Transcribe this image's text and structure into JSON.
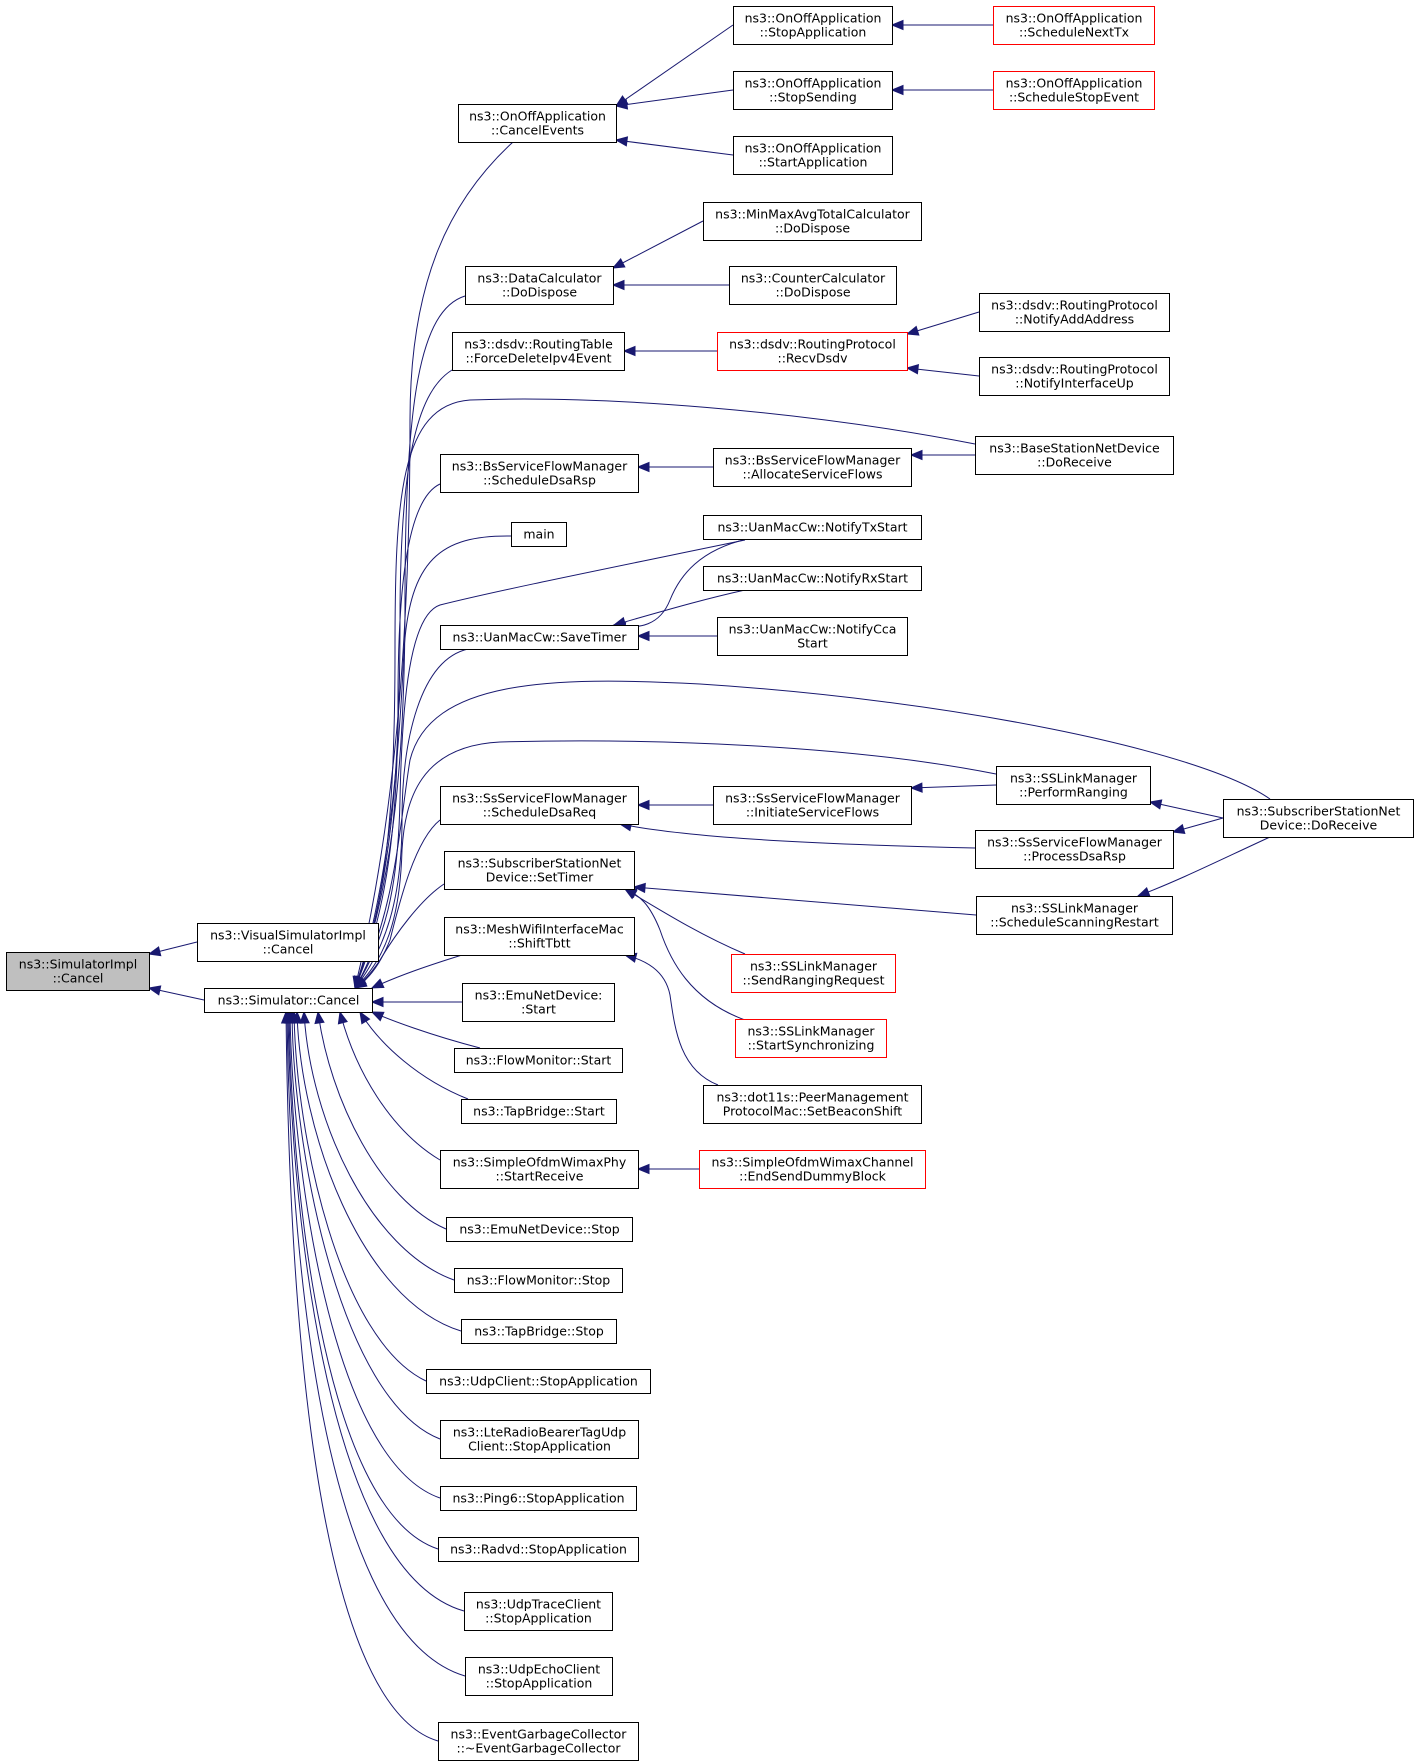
{
  "graph": {
    "title": "",
    "edge_color": "#191970",
    "highlight_border": "#ff0000",
    "root_fill": "#bfbfbf",
    "nodes": {
      "root": {
        "lines": [
          "ns3::SimulatorImpl",
          "::Cancel"
        ]
      },
      "visualCancel": {
        "lines": [
          "ns3::VisualSimulatorImpl",
          "::Cancel"
        ]
      },
      "simCancel": {
        "lines": [
          "ns3::Simulator::Cancel"
        ]
      },
      "onoffCancelEvents": {
        "lines": [
          "ns3::OnOffApplication",
          "::CancelEvents"
        ]
      },
      "onoffStopApplication": {
        "lines": [
          "ns3::OnOffApplication",
          "::StopApplication"
        ]
      },
      "onoffStopSending": {
        "lines": [
          "ns3::OnOffApplication",
          "::StopSending"
        ]
      },
      "onoffStartApplication": {
        "lines": [
          "ns3::OnOffApplication",
          "::StartApplication"
        ]
      },
      "onoffScheduleNextTx": {
        "lines": [
          "ns3::OnOffApplication",
          "::ScheduleNextTx"
        ]
      },
      "onoffScheduleStopEvent": {
        "lines": [
          "ns3::OnOffApplication",
          "::ScheduleStopEvent"
        ]
      },
      "dataCalcDoDispose": {
        "lines": [
          "ns3::DataCalculator",
          "::DoDispose"
        ]
      },
      "minMaxDoDispose": {
        "lines": [
          "ns3::MinMaxAvgTotalCalculator",
          "::DoDispose"
        ]
      },
      "counterDoDispose": {
        "lines": [
          "ns3::CounterCalculator",
          "::DoDispose"
        ]
      },
      "dsdvForceDelete": {
        "lines": [
          "ns3::dsdv::RoutingTable",
          "::ForceDeleteIpv4Event"
        ]
      },
      "dsdvRecvDsdv": {
        "lines": [
          "ns3::dsdv::RoutingProtocol",
          "::RecvDsdv"
        ]
      },
      "dsdvNotifyAddAddress": {
        "lines": [
          "ns3::dsdv::RoutingProtocol",
          "::NotifyAddAddress"
        ]
      },
      "dsdvNotifyInterfaceUp": {
        "lines": [
          "ns3::dsdv::RoutingProtocol",
          "::NotifyInterfaceUp"
        ]
      },
      "baseStationDoReceive": {
        "lines": [
          "ns3::BaseStationNetDevice",
          "::DoReceive"
        ]
      },
      "bsScheduleDsaRsp": {
        "lines": [
          "ns3::BsServiceFlowManager",
          "::ScheduleDsaRsp"
        ]
      },
      "bsAllocateServiceFlows": {
        "lines": [
          "ns3::BsServiceFlowManager",
          "::AllocateServiceFlows"
        ]
      },
      "main": {
        "lines": [
          "main"
        ]
      },
      "uanNotifyTxStart": {
        "lines": [
          "ns3::UanMacCw::NotifyTxStart"
        ]
      },
      "uanNotifyRxStart": {
        "lines": [
          "ns3::UanMacCw::NotifyRxStart"
        ]
      },
      "uanSaveTimer": {
        "lines": [
          "ns3::UanMacCw::SaveTimer"
        ]
      },
      "uanNotifyCcaStart": {
        "lines": [
          "ns3::UanMacCw::NotifyCca",
          "Start"
        ]
      },
      "ssPerformRanging": {
        "lines": [
          "ns3::SSLinkManager",
          "::PerformRanging"
        ]
      },
      "ssScheduleDsaReq": {
        "lines": [
          "ns3::SsServiceFlowManager",
          "::ScheduleDsaReq"
        ]
      },
      "ssInitiateServiceFlows": {
        "lines": [
          "ns3::SsServiceFlowManager",
          "::InitiateServiceFlows"
        ]
      },
      "subscriberDoReceive": {
        "lines": [
          "ns3::SubscriberStationNet",
          "Device::DoReceive"
        ]
      },
      "ssProcessDsaRsp": {
        "lines": [
          "ns3::SsServiceFlowManager",
          "::ProcessDsaRsp"
        ]
      },
      "subscriberSetTimer": {
        "lines": [
          "ns3::SubscriberStationNet",
          "Device::SetTimer"
        ]
      },
      "ssScheduleScanningRestart": {
        "lines": [
          "ns3::SSLinkManager",
          "::ScheduleScanningRestart"
        ]
      },
      "meshShiftTbtt": {
        "lines": [
          "ns3::MeshWifiInterfaceMac",
          "::ShiftTbtt"
        ]
      },
      "ssSendRangingRequest": {
        "lines": [
          "ns3::SSLinkManager",
          "::SendRangingRequest"
        ]
      },
      "ssStartSynchronizing": {
        "lines": [
          "ns3::SSLinkManager",
          "::StartSynchronizing"
        ]
      },
      "emuStart": {
        "lines": [
          "ns3::EmuNetDevice:",
          ":Start"
        ]
      },
      "dot11sSetBeaconShift": {
        "lines": [
          "ns3::dot11s::PeerManagement",
          "ProtocolMac::SetBeaconShift"
        ]
      },
      "flowMonitorStart": {
        "lines": [
          "ns3::FlowMonitor::Start"
        ]
      },
      "tapBridgeStart": {
        "lines": [
          "ns3::TapBridge::Start"
        ]
      },
      "simpleOfdmStartReceive": {
        "lines": [
          "ns3::SimpleOfdmWimaxPhy",
          "::StartReceive"
        ]
      },
      "simpleOfdmEndSendDummy": {
        "lines": [
          "ns3::SimpleOfdmWimaxChannel",
          "::EndSendDummyBlock"
        ]
      },
      "emuStop": {
        "lines": [
          "ns3::EmuNetDevice::Stop"
        ]
      },
      "flowMonitorStop": {
        "lines": [
          "ns3::FlowMonitor::Stop"
        ]
      },
      "tapBridgeStop": {
        "lines": [
          "ns3::TapBridge::Stop"
        ]
      },
      "udpClientStop": {
        "lines": [
          "ns3::UdpClient::StopApplication"
        ]
      },
      "lteRadioStop": {
        "lines": [
          "ns3::LteRadioBearerTagUdp",
          "Client::StopApplication"
        ]
      },
      "ping6Stop": {
        "lines": [
          "ns3::Ping6::StopApplication"
        ]
      },
      "radvdStop": {
        "lines": [
          "ns3::Radvd::StopApplication"
        ]
      },
      "udpTraceStop": {
        "lines": [
          "ns3::UdpTraceClient",
          "::StopApplication"
        ]
      },
      "udpEchoStop": {
        "lines": [
          "ns3::UdpEchoClient",
          "::StopApplication"
        ]
      },
      "eventGarbage": {
        "lines": [
          "ns3::EventGarbageCollector",
          "::~EventGarbageCollector"
        ]
      }
    },
    "edges": [
      [
        "visualCancel",
        "root"
      ],
      [
        "simCancel",
        "root"
      ],
      [
        "onoffStopApplication",
        "onoffCancelEvents"
      ],
      [
        "onoffStopSending",
        "onoffCancelEvents"
      ],
      [
        "onoffStartApplication",
        "onoffCancelEvents"
      ],
      [
        "onoffScheduleNextTx",
        "onoffStopApplication"
      ],
      [
        "onoffScheduleStopEvent",
        "onoffStopSending"
      ],
      [
        "minMaxDoDispose",
        "dataCalcDoDispose"
      ],
      [
        "counterDoDispose",
        "dataCalcDoDispose"
      ],
      [
        "dsdvRecvDsdv",
        "dsdvForceDelete"
      ],
      [
        "dsdvNotifyAddAddress",
        "dsdvRecvDsdv"
      ],
      [
        "dsdvNotifyInterfaceUp",
        "dsdvRecvDsdv"
      ],
      [
        "bsAllocateServiceFlows",
        "bsScheduleDsaRsp"
      ],
      [
        "baseStationDoReceive",
        "bsAllocateServiceFlows"
      ],
      [
        "uanNotifyTxStart",
        "uanSaveTimer"
      ],
      [
        "uanNotifyRxStart",
        "uanSaveTimer"
      ],
      [
        "uanNotifyCcaStart",
        "uanSaveTimer"
      ],
      [
        "ssInitiateServiceFlows",
        "ssScheduleDsaReq"
      ],
      [
        "ssProcessDsaRsp",
        "ssScheduleDsaReq"
      ],
      [
        "ssPerformRanging",
        "ssInitiateServiceFlows"
      ],
      [
        "subscriberDoReceive",
        "ssPerformRanging"
      ],
      [
        "subscriberDoReceive",
        "ssProcessDsaRsp"
      ],
      [
        "subscriberDoReceive",
        "ssScheduleScanningRestart"
      ],
      [
        "ssScheduleScanningRestart",
        "subscriberSetTimer"
      ],
      [
        "ssSendRangingRequest",
        "subscriberSetTimer"
      ],
      [
        "ssStartSynchronizing",
        "subscriberSetTimer"
      ],
      [
        "dot11sSetBeaconShift",
        "meshShiftTbtt"
      ],
      [
        "simpleOfdmEndSendDummy",
        "simpleOfdmStartReceive"
      ],
      [
        "onoffCancelEvents",
        "simCancel"
      ],
      [
        "dataCalcDoDispose",
        "simCancel"
      ],
      [
        "dsdvForceDelete",
        "simCancel"
      ],
      [
        "baseStationDoReceive",
        "simCancel"
      ],
      [
        "bsScheduleDsaRsp",
        "simCancel"
      ],
      [
        "main",
        "simCancel"
      ],
      [
        "uanNotifyTxStart",
        "simCancel"
      ],
      [
        "uanSaveTimer",
        "simCancel"
      ],
      [
        "subscriberDoReceive",
        "simCancel"
      ],
      [
        "ssPerformRanging",
        "simCancel"
      ],
      [
        "ssScheduleDsaReq",
        "simCancel"
      ],
      [
        "subscriberSetTimer",
        "simCancel"
      ],
      [
        "meshShiftTbtt",
        "simCancel"
      ],
      [
        "emuStart",
        "simCancel"
      ],
      [
        "flowMonitorStart",
        "simCancel"
      ],
      [
        "tapBridgeStart",
        "simCancel"
      ],
      [
        "simpleOfdmStartReceive",
        "simCancel"
      ],
      [
        "emuStop",
        "simCancel"
      ],
      [
        "flowMonitorStop",
        "simCancel"
      ],
      [
        "tapBridgeStop",
        "simCancel"
      ],
      [
        "udpClientStop",
        "simCancel"
      ],
      [
        "lteRadioStop",
        "simCancel"
      ],
      [
        "ping6Stop",
        "simCancel"
      ],
      [
        "radvdStop",
        "simCancel"
      ],
      [
        "udpTraceStop",
        "simCancel"
      ],
      [
        "udpEchoStop",
        "simCancel"
      ],
      [
        "eventGarbage",
        "simCancel"
      ]
    ]
  }
}
